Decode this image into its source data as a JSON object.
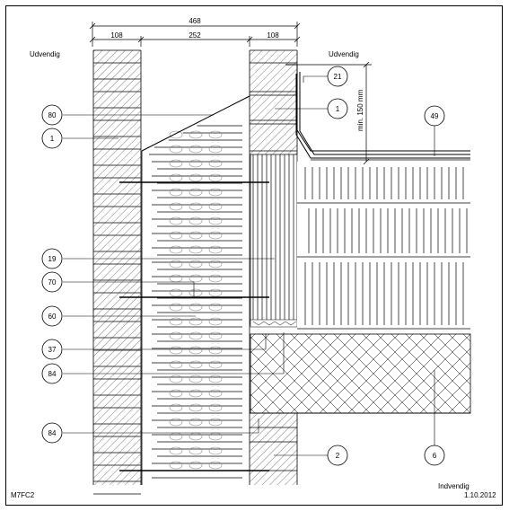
{
  "drawing": {
    "code": "M7FC2",
    "date": "1.10.2012",
    "outside_left": "Udvendig",
    "outside_top": "Udvendig",
    "inside": "Indvendig",
    "min_height_note": "min. 150 mm"
  },
  "dimensions": {
    "total": "468",
    "left_wall": "108",
    "cavity": "252",
    "right_wall": "108"
  },
  "callouts": {
    "c80": "80",
    "c1_left": "1",
    "c19": "19",
    "c70": "70",
    "c60": "60",
    "c37": "37",
    "c84_a": "84",
    "c84_b": "84",
    "c21": "21",
    "c1_right": "1",
    "c49": "49",
    "c2": "2",
    "c6": "6"
  }
}
